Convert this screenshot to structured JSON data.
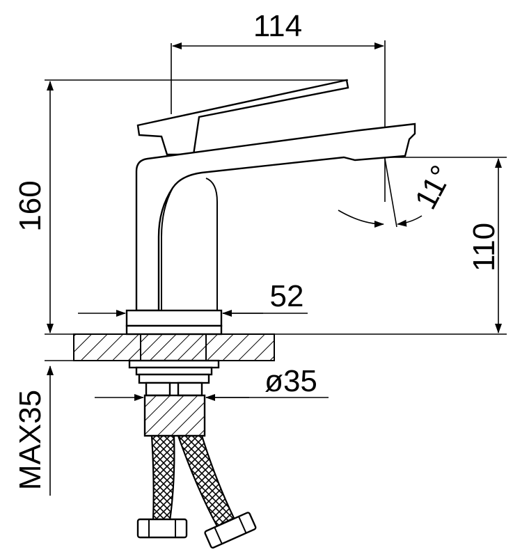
{
  "dimensions": {
    "width_top": "114",
    "height_total": "160",
    "spout_height": "110",
    "base_width": "52",
    "thread_diameter": "ø35",
    "spout_angle": "11°",
    "max_thickness": "MAX35"
  }
}
